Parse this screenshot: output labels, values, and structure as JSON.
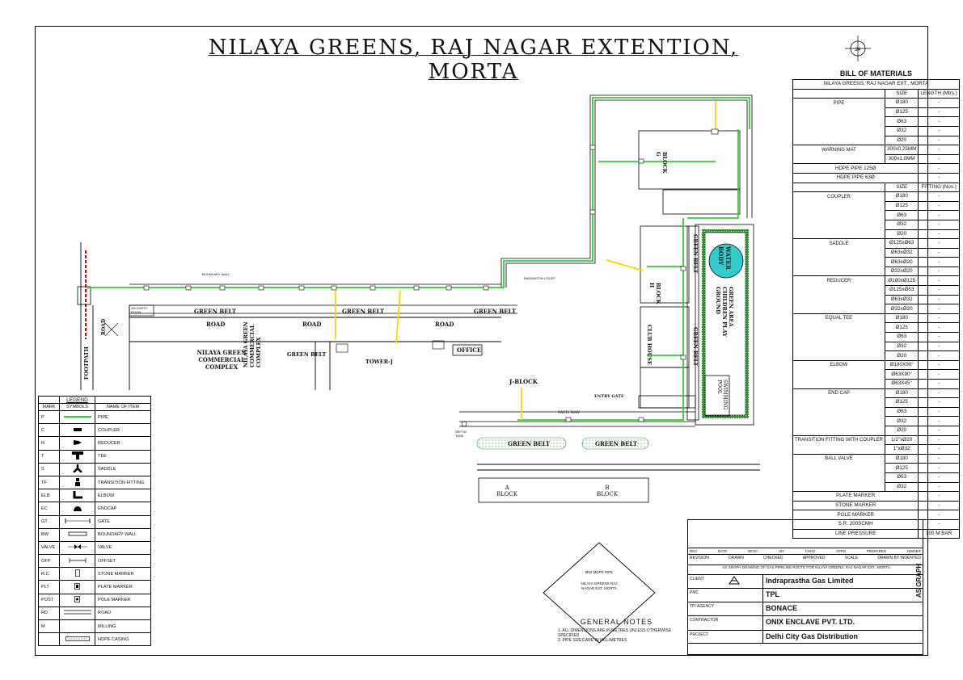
{
  "title": "NILAYA GREENS, RAJ NAGAR EXTENTION, MORTA",
  "north_label": "24",
  "bom": {
    "heading": "BILL OF MATERIALS",
    "subheading": "NILAYA GREENS, RAJ NAGAR EXT., MORTA",
    "col_size": "SIZE",
    "col_length": "LENGTH (Mtrs.)",
    "col_fitting": "FITTING (Nos.)",
    "rows": [
      {
        "group": "PIPE",
        "size": "Ø180",
        "val": "-"
      },
      {
        "group": "",
        "size": "Ø125",
        "val": "-"
      },
      {
        "group": "",
        "size": "Ø63",
        "val": "-"
      },
      {
        "group": "",
        "size": "Ø32",
        "val": "-"
      },
      {
        "group": "",
        "size": "Ø20",
        "val": "-"
      },
      {
        "group": "WARNING MAT",
        "size": "300x0.25MM",
        "val": "-"
      },
      {
        "group": "",
        "size": "300x1.0MM",
        "val": "-"
      },
      {
        "group": "HDPE PIPE 125Ø",
        "size": "",
        "val": "-"
      },
      {
        "group": "HDPE PIPE 63Ø",
        "size": "",
        "val": "-"
      },
      {
        "group": "COUPLER",
        "size": "Ø180",
        "val": "-"
      },
      {
        "group": "",
        "size": "Ø125",
        "val": "-"
      },
      {
        "group": "",
        "size": "Ø63",
        "val": "-"
      },
      {
        "group": "",
        "size": "Ø32",
        "val": "-"
      },
      {
        "group": "",
        "size": "Ø20",
        "val": "-"
      },
      {
        "group": "SADDLE",
        "size": "Ø125xØ63",
        "val": "-"
      },
      {
        "group": "",
        "size": "Ø63xØ32",
        "val": "-"
      },
      {
        "group": "",
        "size": "Ø63xØ20",
        "val": "-"
      },
      {
        "group": "",
        "size": "Ø32xØ20",
        "val": "-"
      },
      {
        "group": "REDUCER",
        "size": "Ø180xØ125",
        "val": "-"
      },
      {
        "group": "",
        "size": "Ø125xØ63",
        "val": "-"
      },
      {
        "group": "",
        "size": "Ø63xØ32",
        "val": "-"
      },
      {
        "group": "",
        "size": "Ø32xØ20",
        "val": "-"
      },
      {
        "group": "EQUAL TEE",
        "size": "Ø180",
        "val": "-"
      },
      {
        "group": "",
        "size": "Ø125",
        "val": "-"
      },
      {
        "group": "",
        "size": "Ø63",
        "val": "-"
      },
      {
        "group": "",
        "size": "Ø32",
        "val": "-"
      },
      {
        "group": "",
        "size": "Ø20",
        "val": "-"
      },
      {
        "group": "ELBOW",
        "size": "Ø180X90°",
        "val": "-"
      },
      {
        "group": "",
        "size": "Ø63X90°",
        "val": "-"
      },
      {
        "group": "",
        "size": "Ø63X45°",
        "val": "-"
      },
      {
        "group": "END CAP",
        "size": "Ø180",
        "val": "-"
      },
      {
        "group": "",
        "size": "Ø125",
        "val": "-"
      },
      {
        "group": "",
        "size": "Ø63",
        "val": "-"
      },
      {
        "group": "",
        "size": "Ø32",
        "val": "-"
      },
      {
        "group": "",
        "size": "Ø20",
        "val": "-"
      },
      {
        "group": "TRANSITION FITTING WITH COUPLER",
        "size": "1/2\"xØ20",
        "val": "-"
      },
      {
        "group": "",
        "size": "1\"xØ32",
        "val": "-"
      },
      {
        "group": "BALL VALVE",
        "size": "Ø180",
        "val": "-"
      },
      {
        "group": "",
        "size": "Ø125",
        "val": "-"
      },
      {
        "group": "",
        "size": "Ø63",
        "val": "-"
      },
      {
        "group": "",
        "size": "Ø32",
        "val": "-"
      },
      {
        "group": "PLATE MARKER",
        "size": "",
        "val": "-"
      },
      {
        "group": "STONE MARKER",
        "size": "",
        "val": "-"
      },
      {
        "group": "POLE MARKER",
        "size": "",
        "val": "-"
      },
      {
        "group": "S.R. 200SCMH",
        "size": "",
        "val": "-"
      },
      {
        "group": "LINE PRESSURE",
        "size": "",
        "val": "100 M BAR"
      }
    ]
  },
  "legend": {
    "heading": "LEGEND",
    "col_mark": "MARK",
    "col_symbols": "SYMBOLS",
    "col_name": "NAME OF ITEM",
    "items": [
      {
        "mark": "P",
        "sym": "pipe",
        "name": "PIPE"
      },
      {
        "mark": "C",
        "sym": "coupler",
        "name": "COUPLER"
      },
      {
        "mark": "R",
        "sym": "reducer",
        "name": "REDUCER"
      },
      {
        "mark": "T",
        "sym": "tee",
        "name": "TEE"
      },
      {
        "mark": "S",
        "sym": "saddle",
        "name": "SADDLE"
      },
      {
        "mark": "TF",
        "sym": "tf",
        "name": "TRANSITION FITTING"
      },
      {
        "mark": "ELB",
        "sym": "elbow",
        "name": "ELBOW"
      },
      {
        "mark": "EC",
        "sym": "endcap",
        "name": "ENDCAP"
      },
      {
        "mark": "GT",
        "sym": "gate",
        "name": "GATE"
      },
      {
        "mark": "BW",
        "sym": "wall",
        "name": "BOUNDARY WALL"
      },
      {
        "mark": "VALVE",
        "sym": "valve",
        "name": "VALVE"
      },
      {
        "mark": "OFF",
        "sym": "offset",
        "name": "OFFSET"
      },
      {
        "mark": "R.C.",
        "sym": "stone",
        "name": "STONE MARKER"
      },
      {
        "mark": "PLT",
        "sym": "plate",
        "name": "PLATE MARKER"
      },
      {
        "mark": "POST",
        "sym": "pole",
        "name": "POLE MARKER"
      },
      {
        "mark": "RD",
        "sym": "road",
        "name": "ROAD"
      },
      {
        "mark": "M",
        "sym": "none",
        "name": "MILLING"
      },
      {
        "mark": "",
        "sym": "hdpe",
        "name": "HDPE CASING"
      }
    ]
  },
  "map": {
    "labels": {
      "nilaya_complex": "NILAYA GREEN COMMERCIAL COMPLEX",
      "nilaya_complex2": "NILAYA GREEN COMMERCIAL COMPLEX",
      "green_belt": "GREEN BELT",
      "road": "ROAD",
      "tower_j": "TOWER-J",
      "office": "OFFICE",
      "j_block": "J-BLOCK",
      "entry_gate": "ENTRY GATE",
      "path_way": "PATH WAY",
      "a_block": "A BLOCK",
      "b_block": "B BLOCK",
      "footpath": "FOOTPATH",
      "security_room": "SECURITY ROOM",
      "badminton": "BADMINTON COURT",
      "boundary_wall": "BOUNDARY WALL",
      "water_body": "WATER BODY",
      "children_play": "GREEN AREA CHILDREN PLAY GROUND",
      "swimming_pool": "SWIMMING POOL",
      "club_house": "CLUB HOUSE",
      "block_g": "BLOCK G",
      "block_h": "BLOCK H",
      "septic_tank": "SEPTIC TANK",
      "green_belt_v": "GREEN BELT"
    },
    "colors": {
      "pipe": "#33cc33",
      "yellow": "#ffd400",
      "red": "#dd0000",
      "water": "#33cccc",
      "hatch": "#2a9a2a"
    }
  },
  "general_notes": {
    "heading": "GENERAL NOTES",
    "lines": [
      "1. ALL DIMENSIONS ARE IN METRES UNLESS OTHERWISE SPECIFIED",
      "2. PIPE SIZES ARE IN MILLIMETRES"
    ]
  },
  "diamond": {
    "top": "Ø63 MDPE PIPE",
    "mid": "NILAYA GREENS RAJ NAGAR EXT. MORTA"
  },
  "titleblock": {
    "rev_labels": [
      "REV",
      "DATE",
      "DESC.",
      "BY",
      "CHKD",
      "APPD",
      "PREPARED",
      "OWNER"
    ],
    "sub_labels": [
      "REVISION",
      "DRAWN",
      "CHECKED",
      "APPROVED",
      "SCALE",
      "DRAWN BY INDENTED"
    ],
    "desc": "AS GRAPH DRAWING OF GAS PIPELINE ROUTE FOR NILAYA GREENS, RAJ NAGAR EXT., MORTA",
    "client_label": "CLIENT",
    "client": "Indraprastha Gas Limited",
    "pmc_label": "PMC",
    "pmc": "TPL",
    "tpi_label": "TPI AGENCY",
    "tpi": "BONACE",
    "contractor_label": "CONTRACTOR",
    "contractor": "ONIX ENCLAVE PVT. LTD.",
    "project_label": "PROJECT",
    "project": "Delhi City Gas Distribution",
    "side": "AS GRAPH"
  }
}
